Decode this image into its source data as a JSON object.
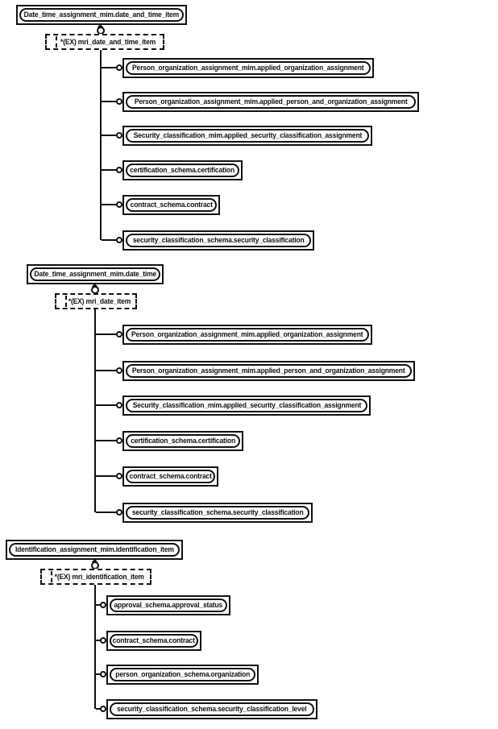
{
  "diagram": {
    "background": "#ffffff",
    "line_color": "#111111",
    "trees": [
      {
        "id": "date_and_time_item",
        "root": "Date_time_assignment_mim.date_and_time_item",
        "select": "*(EX) mri_date_and_time_item",
        "children": [
          "Person_organization_assignment_mim.applied_organization_assignment",
          "Person_organization_assignment_mim.applied_person_and_organization_assignment",
          "Security_classification_mim.applied_security_classification_assignment",
          "certification_schema.certification",
          "contract_schema.contract",
          "security_classification_schema.security_classification"
        ]
      },
      {
        "id": "date_time",
        "root": "Date_time_assignment_mim.date_time",
        "select": "*(EX) mri_date_item",
        "children": [
          "Person_organization_assignment_mim.applied_organization_assignment",
          "Person_organization_assignment_mim.applied_person_and_organization_assignment",
          "Security_classification_mim.applied_security_classification_assignment",
          "certification_schema.certification",
          "contract_schema.contract",
          "security_classification_schema.security_classification"
        ]
      },
      {
        "id": "identification_item",
        "root": "Identification_assignment_mim.identification_item",
        "select": "*(EX) mri_identification_item",
        "children": [
          "approval_schema.approval_status",
          "contract_schema.contract",
          "person_organization_schema.organization",
          "security_classification_schema.security_classification_level"
        ]
      }
    ]
  }
}
